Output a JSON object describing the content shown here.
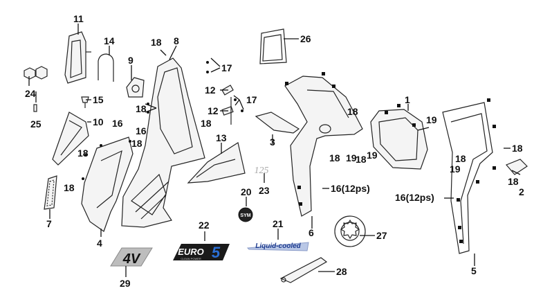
{
  "diagram": {
    "callouts": {
      "c1": "1",
      "c2": "2",
      "c4": "4",
      "c5": "5",
      "c6": "6",
      "c7": "7",
      "c8": "8",
      "c9": "9",
      "c10": "10",
      "c11": "11",
      "c12a": "12",
      "c12b": "12",
      "c13": "13",
      "c14": "14",
      "c15": "15",
      "c16a": "16",
      "c16b": "16",
      "c16c": "16(12ps)",
      "c16d": "16(12ps)",
      "c17a": "17",
      "c17b": "17",
      "c18a": "18",
      "c18b": "18",
      "c18c": "18",
      "c18d": "18",
      "c18e": "18",
      "c18f": "18",
      "c18g": "18",
      "c18h": "18",
      "c18i": "18",
      "c18j": "18",
      "c18k": "18",
      "c18l": "18",
      "c19a": "19",
      "c19b": "19",
      "c19c": "19",
      "c19d": "19",
      "c20": "20",
      "c21": "21",
      "c22": "22",
      "c23": "23",
      "c24": "24",
      "c25": "25",
      "c26": "26",
      "c27": "27",
      "c28": "28",
      "c29": "29",
      "c3": "3"
    },
    "decals": {
      "euro_text": "EURO",
      "euro_sub": "CLEAN POWER",
      "euro_number": "5",
      "liquid_cooled": "Liquid-cooled",
      "sym_logo": "SYM",
      "model_125": "125",
      "logo_4v": "4V"
    },
    "colors": {
      "euro_bg": "#1a1a1a",
      "euro_accent": "#2a6fd6",
      "liquid_bg": "#b9c7e6",
      "liquid_text": "#1d3b8f"
    }
  }
}
